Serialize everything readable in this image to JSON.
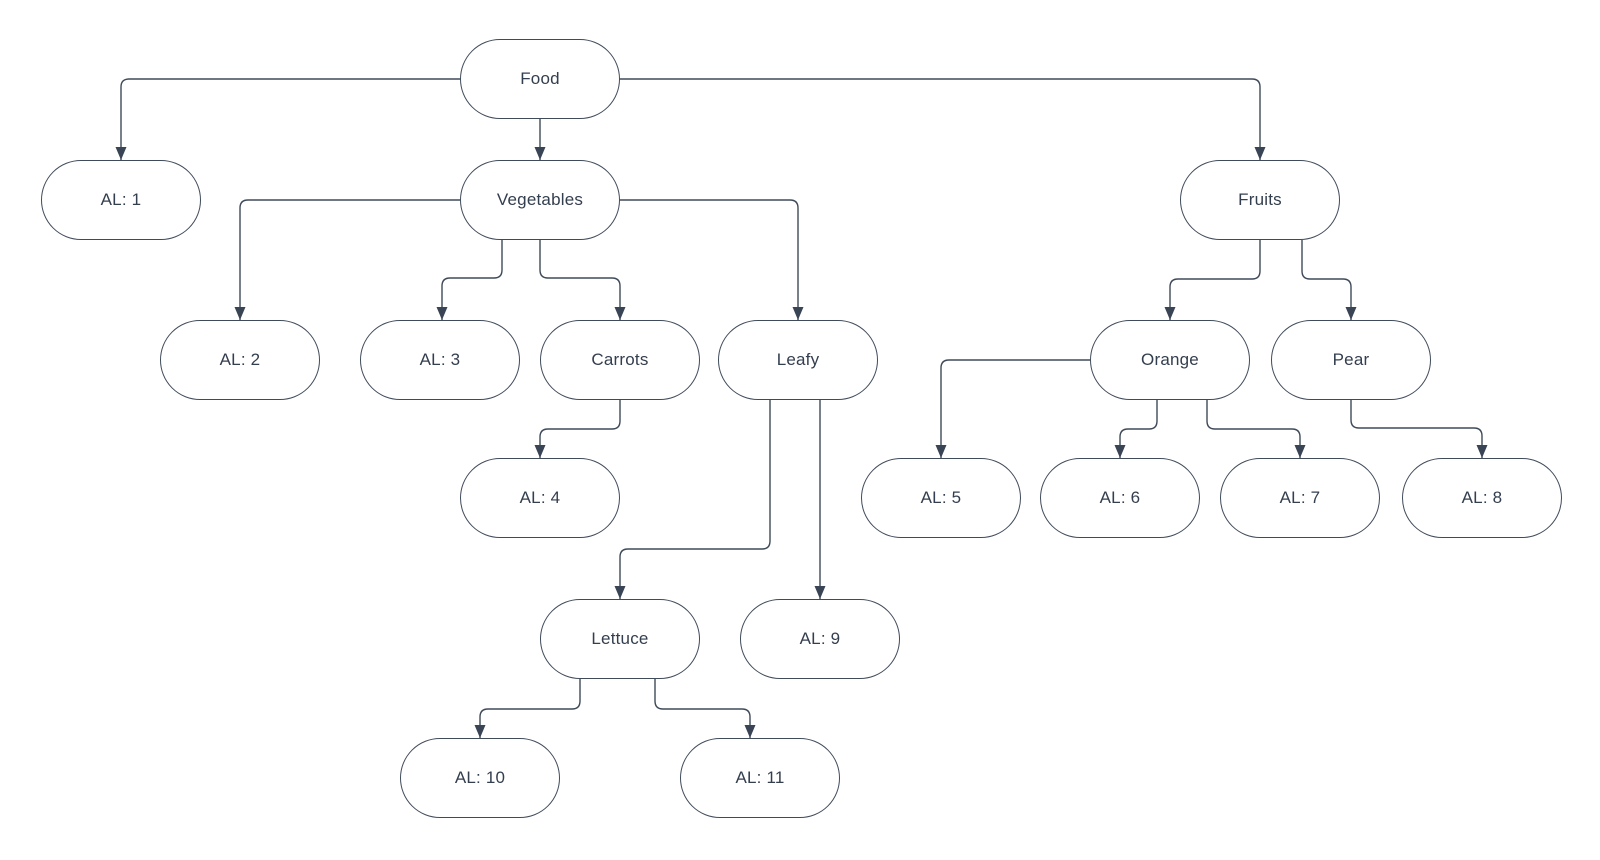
{
  "diagram": {
    "type": "tree",
    "background_color": "#ffffff",
    "node_fill_color": "#ffffff",
    "stroke_color": "#3e4a59",
    "text_color": "#333e4e",
    "nodes": [
      {
        "id": "food",
        "label": "Food"
      },
      {
        "id": "al1",
        "label": "AL: 1"
      },
      {
        "id": "vegetables",
        "label": "Vegetables"
      },
      {
        "id": "fruits",
        "label": "Fruits"
      },
      {
        "id": "al2",
        "label": "AL: 2"
      },
      {
        "id": "al3",
        "label": "AL: 3"
      },
      {
        "id": "carrots",
        "label": "Carrots"
      },
      {
        "id": "leafy",
        "label": "Leafy"
      },
      {
        "id": "orange",
        "label": "Orange"
      },
      {
        "id": "pear",
        "label": "Pear"
      },
      {
        "id": "al4",
        "label": "AL: 4"
      },
      {
        "id": "al5",
        "label": "AL: 5"
      },
      {
        "id": "al6",
        "label": "AL: 6"
      },
      {
        "id": "al7",
        "label": "AL: 7"
      },
      {
        "id": "al8",
        "label": "AL: 8"
      },
      {
        "id": "lettuce",
        "label": "Lettuce"
      },
      {
        "id": "al9",
        "label": "AL: 9"
      },
      {
        "id": "al10",
        "label": "AL: 10"
      },
      {
        "id": "al11",
        "label": "AL: 11"
      }
    ],
    "edges": [
      {
        "from": "Food",
        "to": "AL: 1"
      },
      {
        "from": "Food",
        "to": "Vegetables"
      },
      {
        "from": "Food",
        "to": "Fruits"
      },
      {
        "from": "Vegetables",
        "to": "AL: 2"
      },
      {
        "from": "Vegetables",
        "to": "AL: 3"
      },
      {
        "from": "Vegetables",
        "to": "Carrots"
      },
      {
        "from": "Vegetables",
        "to": "Leafy"
      },
      {
        "from": "Carrots",
        "to": "AL: 4"
      },
      {
        "from": "Leafy",
        "to": "Lettuce"
      },
      {
        "from": "Leafy",
        "to": "AL: 9"
      },
      {
        "from": "Lettuce",
        "to": "AL: 10"
      },
      {
        "from": "Lettuce",
        "to": "AL: 11"
      },
      {
        "from": "Fruits",
        "to": "Orange"
      },
      {
        "from": "Fruits",
        "to": "Pear"
      },
      {
        "from": "Orange",
        "to": "AL: 5"
      },
      {
        "from": "Orange",
        "to": "AL: 6"
      },
      {
        "from": "Orange",
        "to": "AL: 7"
      },
      {
        "from": "Pear",
        "to": "AL: 8"
      }
    ]
  }
}
